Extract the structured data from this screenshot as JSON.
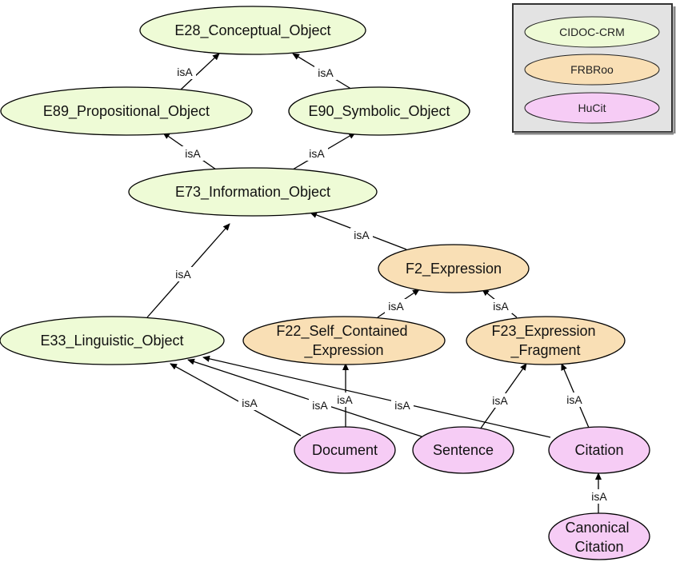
{
  "legend": {
    "items": [
      {
        "label": "CIDOC-CRM",
        "fill": "#eefbd6"
      },
      {
        "label": "FRBRoo",
        "fill": "#f9dfb5"
      },
      {
        "label": "HuCit",
        "fill": "#f6ccf5"
      }
    ]
  },
  "relation_label": "isA",
  "nodes": {
    "e28": {
      "label": "E28_Conceptual_Object",
      "group": "CIDOC-CRM"
    },
    "e89": {
      "label": "E89_Propositional_Object",
      "group": "CIDOC-CRM"
    },
    "e90": {
      "label": "E90_Symbolic_Object",
      "group": "CIDOC-CRM"
    },
    "e73": {
      "label": "E73_Information_Object",
      "group": "CIDOC-CRM"
    },
    "f2": {
      "label": "F2_Expression",
      "group": "FRBRoo"
    },
    "e33": {
      "label": "E33_Linguistic_Object",
      "group": "CIDOC-CRM"
    },
    "f22": {
      "label": [
        "F22_Self_Contained",
        "_Expression"
      ],
      "group": "FRBRoo"
    },
    "f23": {
      "label": [
        "F23_Expression",
        "_Fragment"
      ],
      "group": "FRBRoo"
    },
    "document": {
      "label": "Document",
      "group": "HuCit"
    },
    "sentence": {
      "label": "Sentence",
      "group": "HuCit"
    },
    "citation": {
      "label": "Citation",
      "group": "HuCit"
    },
    "canonical": {
      "label": [
        "Canonical",
        "Citation"
      ],
      "group": "HuCit"
    }
  },
  "edges": [
    {
      "from": "e89",
      "to": "e28",
      "label": "isA"
    },
    {
      "from": "e90",
      "to": "e28",
      "label": "isA"
    },
    {
      "from": "e73",
      "to": "e89",
      "label": "isA"
    },
    {
      "from": "e73",
      "to": "e90",
      "label": "isA"
    },
    {
      "from": "f2",
      "to": "e73",
      "label": "isA"
    },
    {
      "from": "e33",
      "to": "e73",
      "label": "isA"
    },
    {
      "from": "f22",
      "to": "f2",
      "label": "isA"
    },
    {
      "from": "f23",
      "to": "f2",
      "label": "isA"
    },
    {
      "from": "document",
      "to": "e33",
      "label": "isA"
    },
    {
      "from": "document",
      "to": "f22",
      "label": "isA"
    },
    {
      "from": "sentence",
      "to": "e33",
      "label": "isA"
    },
    {
      "from": "sentence",
      "to": "f23",
      "label": "isA"
    },
    {
      "from": "citation",
      "to": "e33",
      "label": "isA"
    },
    {
      "from": "citation",
      "to": "f23",
      "label": "isA"
    },
    {
      "from": "canonical",
      "to": "citation",
      "label": "isA"
    }
  ]
}
